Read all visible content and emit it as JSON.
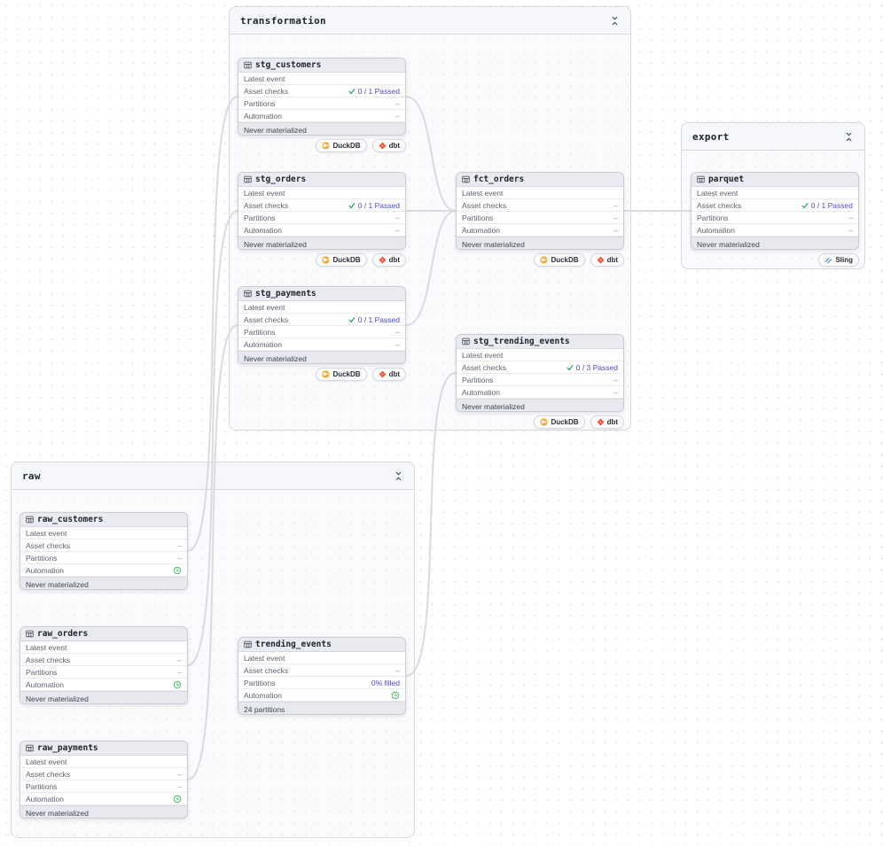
{
  "groups": {
    "transformation": {
      "title": "transformation"
    },
    "export": {
      "title": "export"
    },
    "raw": {
      "title": "raw"
    }
  },
  "row_labels": {
    "latest_event": "Latest event",
    "asset_checks": "Asset checks",
    "partitions": "Partitions",
    "automation": "Automation"
  },
  "assets": {
    "stg_customers": {
      "name": "stg_customers",
      "checks": "0 / 1 Passed",
      "partitions": "–",
      "automation": "–",
      "footer": "Never materialized"
    },
    "stg_orders": {
      "name": "stg_orders",
      "checks": "0 / 1 Passed",
      "partitions": "–",
      "automation": "–",
      "footer": "Never materialized"
    },
    "stg_payments": {
      "name": "stg_payments",
      "checks": "0 / 1 Passed",
      "partitions": "–",
      "automation": "–",
      "footer": "Never materialized"
    },
    "fct_orders": {
      "name": "fct_orders",
      "checks": "–",
      "partitions": "–",
      "automation": "–",
      "footer": "Never materialized"
    },
    "stg_trending_events": {
      "name": "stg_trending_events",
      "checks": "0 / 3 Passed",
      "partitions": "–",
      "automation": "–",
      "footer": "Never materialized"
    },
    "parquet": {
      "name": "parquet",
      "checks": "0 / 1 Passed",
      "partitions": "–",
      "automation": "–",
      "footer": "Never materialized"
    },
    "raw_customers": {
      "name": "raw_customers",
      "checks": "–",
      "partitions": "–",
      "footer": "Never materialized"
    },
    "raw_orders": {
      "name": "raw_orders",
      "checks": "–",
      "partitions": "–",
      "footer": "Never materialized"
    },
    "raw_payments": {
      "name": "raw_payments",
      "checks": "–",
      "partitions": "–",
      "footer": "Never materialized"
    },
    "trending_events": {
      "name": "trending_events",
      "checks": "–",
      "partitions": "0% filled",
      "footer": "24 partitions"
    }
  },
  "tags": {
    "duckdb": "DuckDB",
    "dbt": "dbt",
    "sling": "Sling"
  },
  "colors": {
    "link_purple": "#4F47D4",
    "check_green": "#23A15D",
    "automation_clock_green": "#41AE5B",
    "duckdb_orange": "#F3A72E",
    "dbt_orange": "#FF4E33",
    "sling_blue": "#3B78E7",
    "edge_gray": "#DADAE2"
  }
}
